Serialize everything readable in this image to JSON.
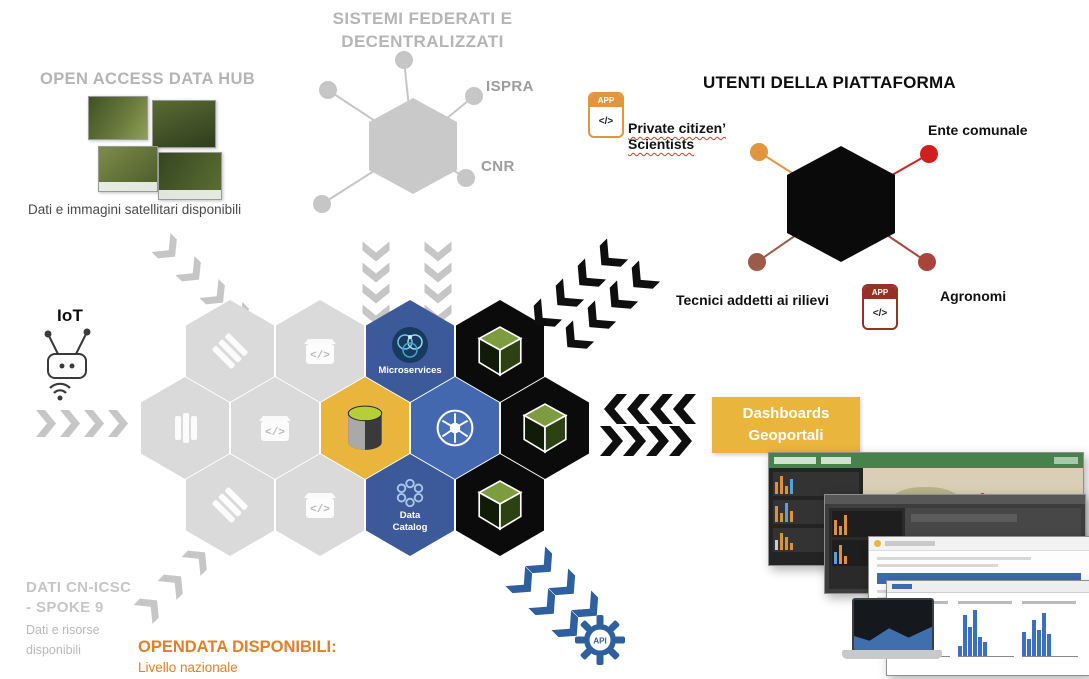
{
  "diagram": {
    "federated": {
      "title": "SISTEMI FEDERATI E DECENTRALIZZATI",
      "nodes": [
        {
          "label": "ISPRA"
        },
        {
          "label": "CNR"
        }
      ]
    },
    "open_access": {
      "title": "OPEN ACCESS DATA HUB",
      "caption": "Dati e immagini satellitari disponibili"
    },
    "iot": {
      "label": "IoT"
    },
    "spoke9": {
      "title_line1": "DATI CN-ICSC",
      "title_line2": "- SPOKE 9",
      "caption_line1": "Dati e risorse",
      "caption_line2": "disponibili"
    },
    "opendata": {
      "title": "OPENDATA DISPONIBILI:",
      "caption": "Livello nazionale"
    },
    "users": {
      "title": "UTENTI DELLA PIATTAFORMA",
      "nodes": [
        {
          "label": "Private citizen’ Scientists",
          "color": "#e2953f"
        },
        {
          "label": "Ente comunale",
          "color": "#cf1f1f"
        },
        {
          "label": "Agronomi",
          "color": "#a8453a"
        },
        {
          "label": "Tecnici addetti ai rilievi",
          "color": "#9c5a49"
        }
      ],
      "app_badge": {
        "top": "APP",
        "bottom": "</>"
      }
    },
    "platform": {
      "microservices_label": "Microservices",
      "data_catalog_line1": "Data",
      "data_catalog_line2": "Catalog",
      "api_gear_label": "API"
    },
    "outputs": {
      "dashboards_line1": "Dashboards",
      "dashboards_line2": "Geoportali"
    },
    "colors": {
      "accent_yellow": "#e9b53c",
      "accent_orange": "#e0802a",
      "platform_blue": "#3c5a9a",
      "hex_black": "#0b0b0b",
      "hex_gray": "#dadada",
      "arrow_gray": "#c6c6c6",
      "arrow_blue": "#2e5f9e"
    }
  }
}
